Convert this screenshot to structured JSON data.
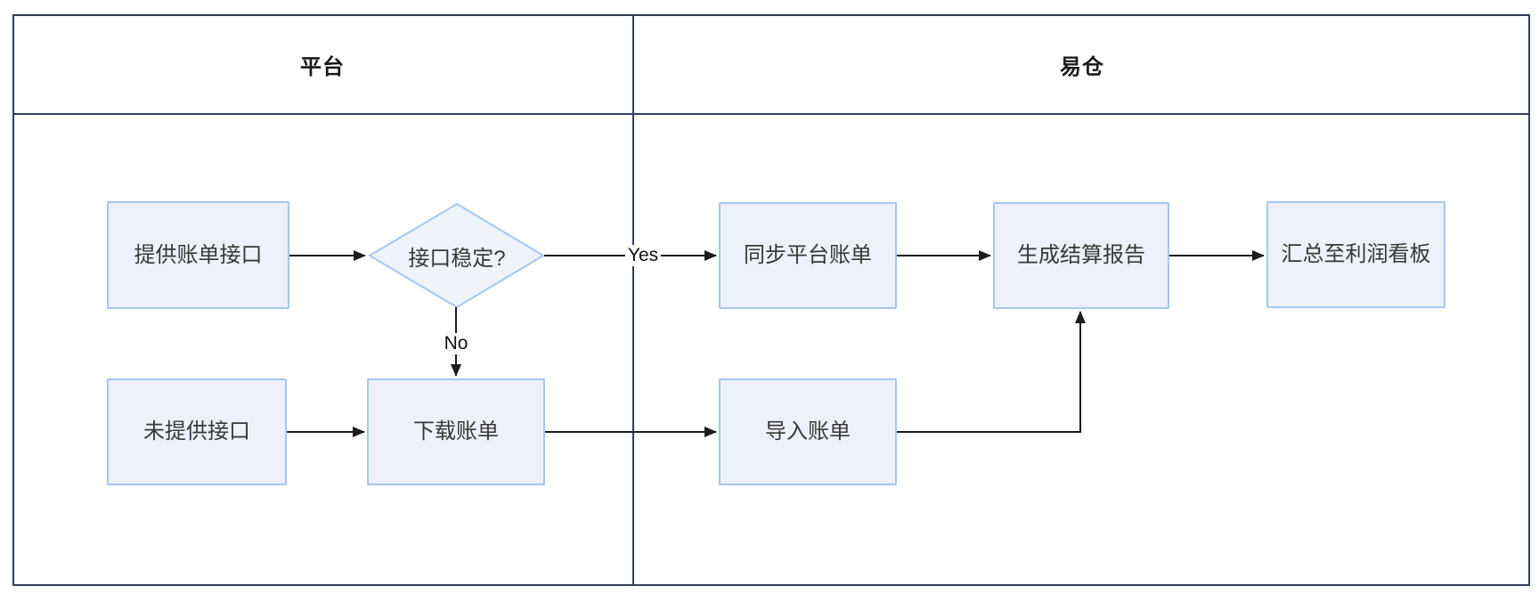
{
  "diagram": {
    "type": "swimlane-flowchart",
    "lanes": [
      {
        "label": "平台"
      },
      {
        "label": "易仓"
      }
    ],
    "nodes": {
      "provide_api": {
        "label": "提供账单接口",
        "type": "process",
        "lane": "平台"
      },
      "api_stable": {
        "label": "接口稳定?",
        "type": "decision",
        "lane": "平台"
      },
      "no_api": {
        "label": "未提供接口",
        "type": "process",
        "lane": "平台"
      },
      "download_bills": {
        "label": "下载账单",
        "type": "process",
        "lane": "平台"
      },
      "sync_bills": {
        "label": "同步平台账单",
        "type": "process",
        "lane": "易仓"
      },
      "gen_report": {
        "label": "生成结算报告",
        "type": "process",
        "lane": "易仓"
      },
      "profit_board": {
        "label": "汇总至利润看板",
        "type": "process",
        "lane": "易仓"
      },
      "import_bills": {
        "label": "导入账单",
        "type": "process",
        "lane": "易仓"
      }
    },
    "edge_labels": {
      "yes": "Yes",
      "no": "No"
    },
    "edges": [
      {
        "from": "提供账单接口",
        "to": "接口稳定?",
        "label": ""
      },
      {
        "from": "接口稳定?",
        "to": "同步平台账单",
        "label": "Yes"
      },
      {
        "from": "接口稳定?",
        "to": "下载账单",
        "label": "No"
      },
      {
        "from": "同步平台账单",
        "to": "生成结算报告",
        "label": ""
      },
      {
        "from": "生成结算报告",
        "to": "汇总至利润看板",
        "label": ""
      },
      {
        "from": "未提供接口",
        "to": "下载账单",
        "label": ""
      },
      {
        "from": "下载账单",
        "to": "导入账单",
        "label": ""
      },
      {
        "from": "导入账单",
        "to": "生成结算报告",
        "label": ""
      }
    ],
    "colors": {
      "frame": "#323d5a",
      "node_fill": "#edf1fb",
      "node_border": "#a3c7f0",
      "diamond_fill": "#eff3fc",
      "arrow": "#1c1c1c",
      "node_text": "#383838",
      "header_text": "#1a1a1a"
    }
  }
}
